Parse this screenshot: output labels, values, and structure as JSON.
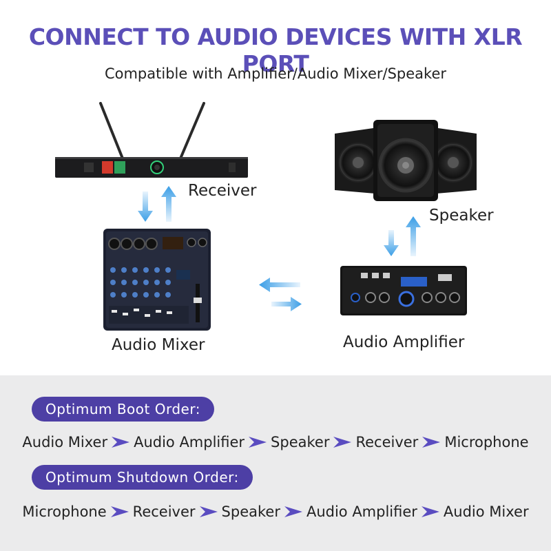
{
  "header": {
    "title": "CONNECT TO AUDIO DEVICES WITH XLR PORT",
    "subtitle": "Compatible with Amplifier/Audio Mixer/Speaker"
  },
  "devices": {
    "receiver": "Receiver",
    "speaker": "Speaker",
    "mixer": "Audio Mixer",
    "amplifier": "Audio Amplifier"
  },
  "boot": {
    "label": "Optimum Boot Order:",
    "steps": [
      "Audio Mixer",
      "Audio Amplifier",
      "Speaker",
      "Receiver",
      "Microphone"
    ]
  },
  "shutdown": {
    "label": "Optimum Shutdown Order:",
    "steps": [
      "Microphone",
      "Receiver",
      "Speaker",
      "Audio Amplifier",
      "Audio Mixer"
    ]
  },
  "colors": {
    "title": "#5b4fb8",
    "pill": "#4d3fa5",
    "arrow": "#3b9ee6",
    "chevron": "#5a4cc0",
    "panel": "#ebebec"
  }
}
